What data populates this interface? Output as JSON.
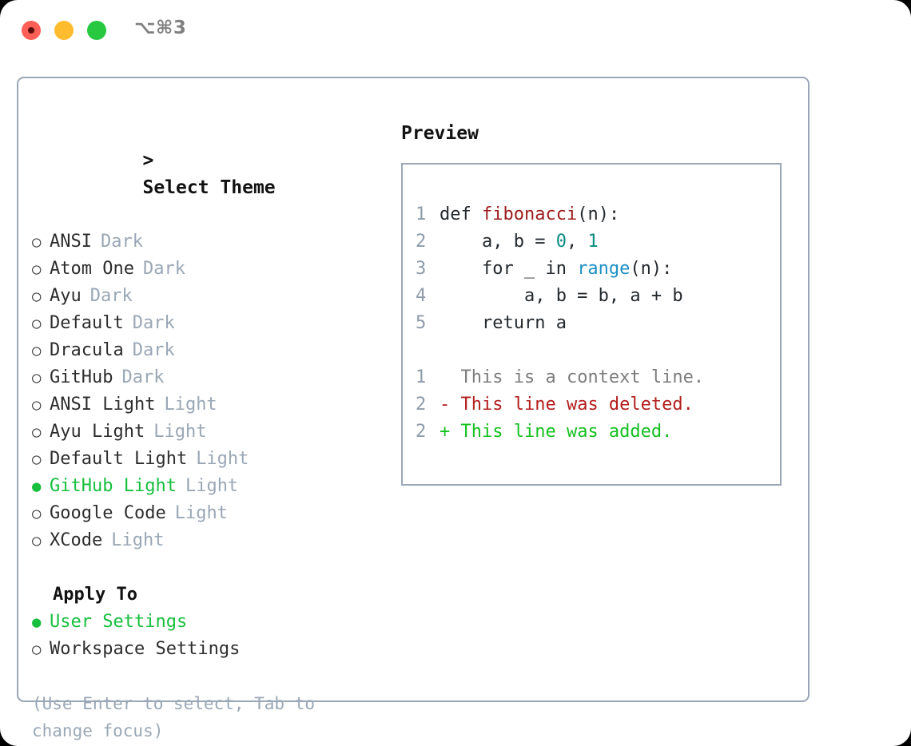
{
  "window": {
    "shortcut_title": "⌥⌘3",
    "traffic_lights": [
      {
        "name": "close",
        "color": "#ff5f57"
      },
      {
        "name": "minimize",
        "color": "#febc2e"
      },
      {
        "name": "maximize",
        "color": "#28c840"
      }
    ]
  },
  "theme_picker": {
    "header": "Select Theme",
    "caret": ">",
    "bullet_unselected": "○",
    "bullet_selected": "●",
    "items": [
      {
        "label": "ANSI",
        "suffix": "Dark",
        "selected": false
      },
      {
        "label": "Atom One",
        "suffix": "Dark",
        "selected": false
      },
      {
        "label": "Ayu",
        "suffix": "Dark",
        "selected": false
      },
      {
        "label": "Default",
        "suffix": "Dark",
        "selected": false
      },
      {
        "label": "Dracula",
        "suffix": "Dark",
        "selected": false
      },
      {
        "label": "GitHub",
        "suffix": "Dark",
        "selected": false
      },
      {
        "label": "ANSI Light",
        "suffix": "Light",
        "selected": false
      },
      {
        "label": "Ayu Light",
        "suffix": "Light",
        "selected": false
      },
      {
        "label": "Default Light",
        "suffix": "Light",
        "selected": false
      },
      {
        "label": "GitHub Light",
        "suffix": "Light",
        "selected": true
      },
      {
        "label": "Google Code",
        "suffix": "Light",
        "selected": false
      },
      {
        "label": "XCode",
        "suffix": "Light",
        "selected": false
      }
    ]
  },
  "apply_to": {
    "header": "Apply To",
    "items": [
      {
        "label": "User Settings",
        "selected": true
      },
      {
        "label": "Workspace Settings",
        "selected": false
      }
    ]
  },
  "hint": "(Use Enter to select, Tab to change focus)",
  "preview": {
    "header": "Preview",
    "code_lines": [
      {
        "num": "1",
        "tokens": [
          {
            "text": "def ",
            "kind": "plain"
          },
          {
            "text": "fibonacci",
            "kind": "fn"
          },
          {
            "text": "(n):",
            "kind": "plain"
          }
        ]
      },
      {
        "num": "2",
        "tokens": [
          {
            "text": "    a, b = ",
            "kind": "plain"
          },
          {
            "text": "0",
            "kind": "num"
          },
          {
            "text": ", ",
            "kind": "plain"
          },
          {
            "text": "1",
            "kind": "num"
          }
        ]
      },
      {
        "num": "3",
        "tokens": [
          {
            "text": "    for _ in ",
            "kind": "plain"
          },
          {
            "text": "range",
            "kind": "call"
          },
          {
            "text": "(n):",
            "kind": "plain"
          }
        ]
      },
      {
        "num": "4",
        "tokens": [
          {
            "text": "        a, b = b, a + b",
            "kind": "plain"
          }
        ]
      },
      {
        "num": "5",
        "tokens": [
          {
            "text": "    return a",
            "kind": "plain"
          }
        ]
      }
    ],
    "diff_lines": [
      {
        "num": "1",
        "marker": "  ",
        "text": "This is a context line.",
        "kind": "context"
      },
      {
        "num": "2",
        "marker": "- ",
        "text": "This line was deleted.",
        "kind": "deleted"
      },
      {
        "num": "2",
        "marker": "+ ",
        "text": "This line was added.",
        "kind": "added"
      }
    ]
  },
  "colors": {
    "accent_green": "#17bf3e",
    "muted": "#9aa7b6",
    "border": "#9aa7b6",
    "diff_add": "#16c020",
    "diff_del": "#b31d1d",
    "syntax_fn": "#9c1d1d",
    "syntax_num": "#0d8b80",
    "syntax_call": "#1e8fc6"
  }
}
